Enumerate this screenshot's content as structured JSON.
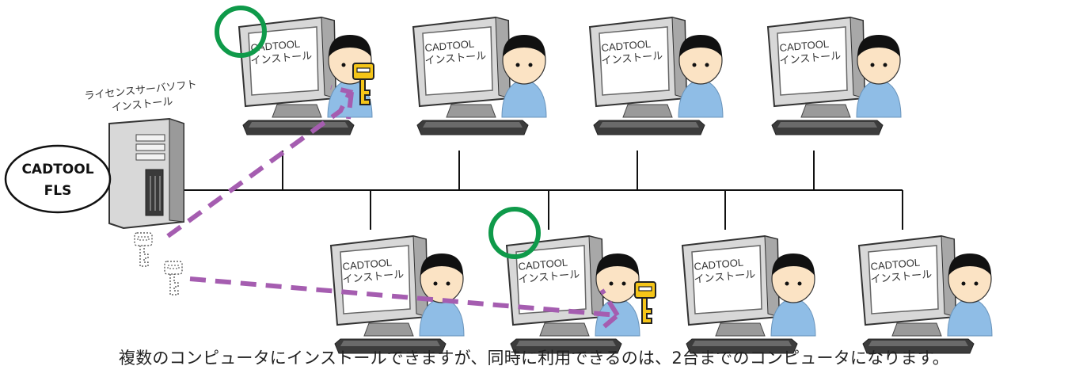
{
  "server": {
    "label_line1": "ライセンスサーバソフト",
    "label_line2": "インストール",
    "badge_line1": "CADTOOL",
    "badge_line2": "FLS"
  },
  "screen_label_line1": "CADTOOL",
  "screen_label_line2": "インストール",
  "caption": "複数のコンピュータにインストールできますが、同時に利用できるのは、2台までのコンピュータになります。",
  "colors": {
    "active_ring": "#0f9a4a",
    "license_path": "#a55db0",
    "key": "#f5c518",
    "shirt": "#8fbde6",
    "hair": "#111111",
    "skin": "#fbe3c4",
    "monitor": "#d8d8d8",
    "network": "#111111"
  },
  "computers_top": [
    {
      "in_use": true
    },
    {
      "in_use": false
    },
    {
      "in_use": false
    },
    {
      "in_use": false
    }
  ],
  "computers_bottom": [
    {
      "in_use": false
    },
    {
      "in_use": true
    },
    {
      "in_use": false
    },
    {
      "in_use": false
    }
  ]
}
